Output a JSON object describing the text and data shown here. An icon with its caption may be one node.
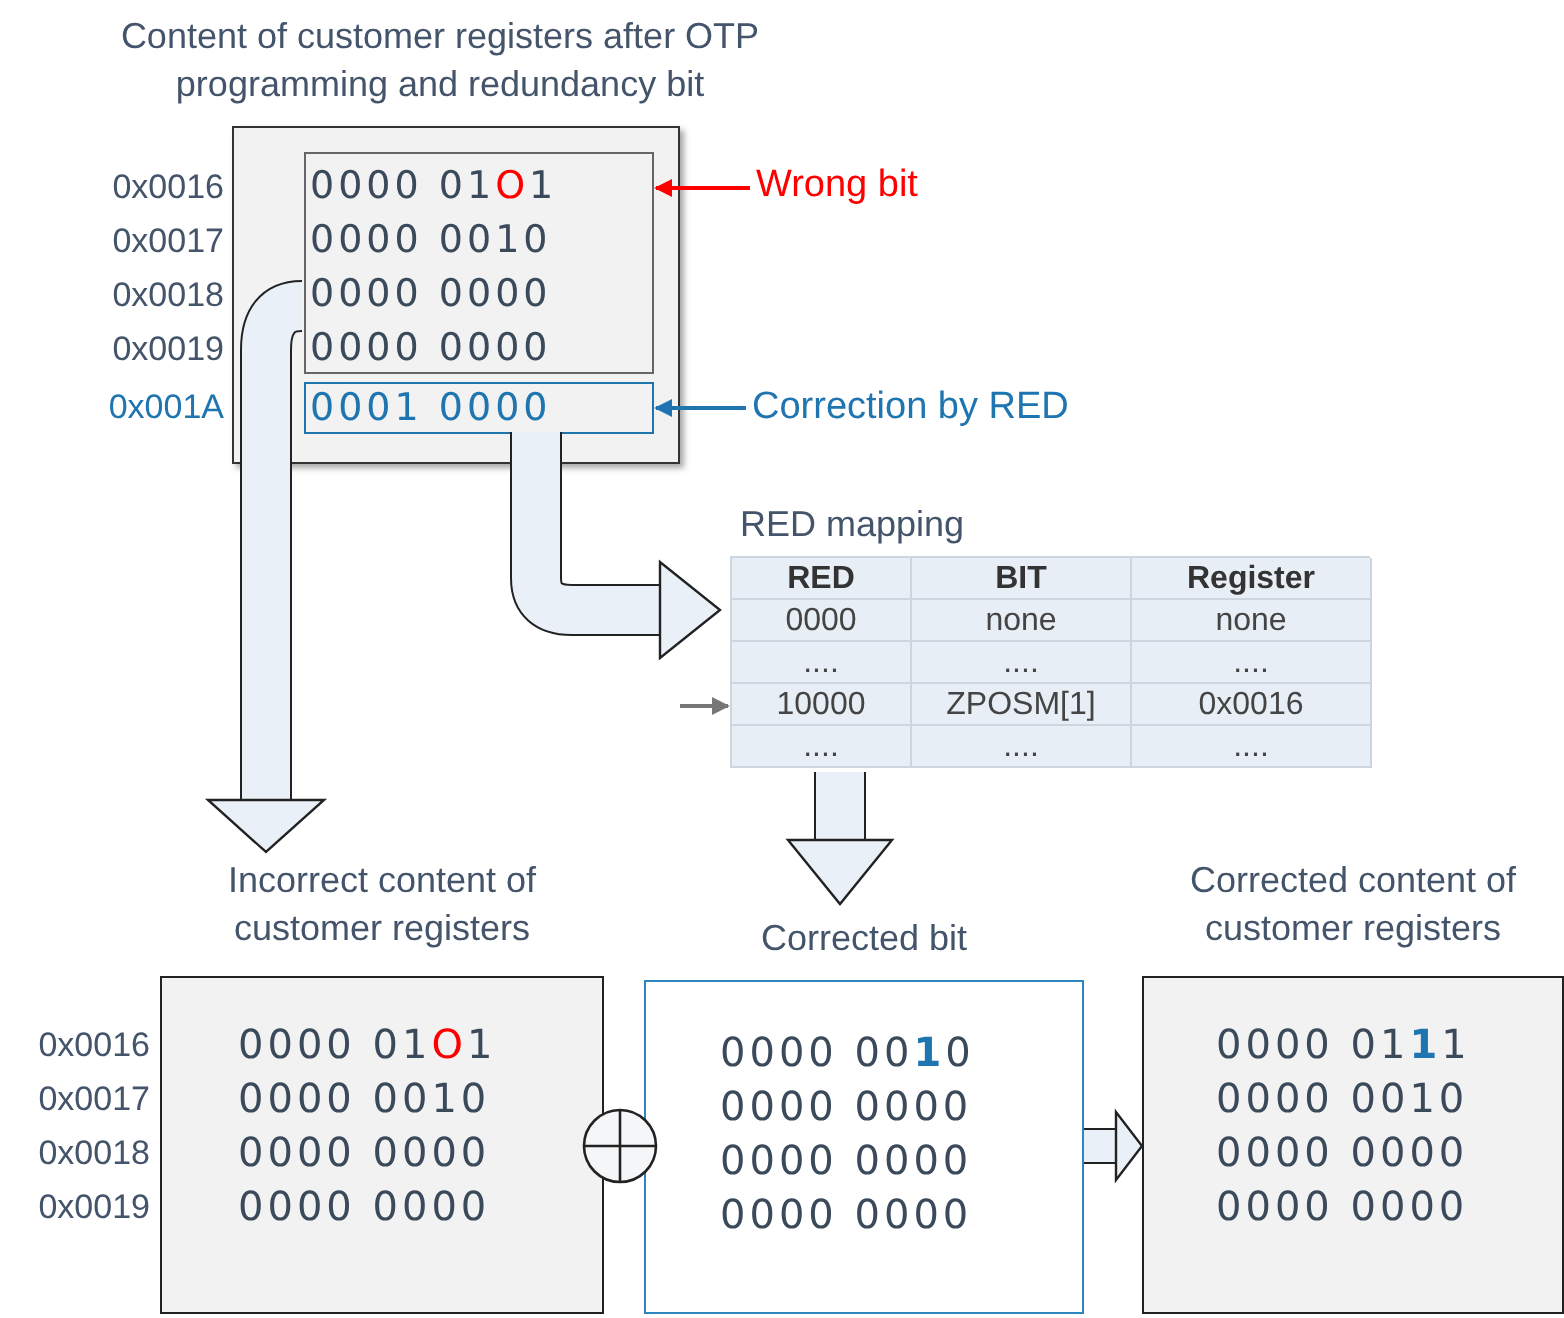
{
  "diagram": {
    "nodes": [
      {
        "text": [
          "Content of customer registers after OTP programming and redundancy bit"
        ]
      },
      {
        "text": [
          "0000 01**O**1",
          "0000 0010",
          "0000 0000",
          "0000 0000"
        ],
        "beside": [
          "0x0016",
          "0x0017",
          "0x0018",
          "0x0019"
        ],
        "in": 0
      },
      {
        "text": [
          "0001 0000"
        ],
        "beside": [
          "0x001A"
        ],
        "in": 0
      },
      {
        "text": [
          "Wrong bit"
        ]
      },
      {
        "text": [
          "Correction by RED"
        ]
      },
      {
        "text": [
          "RED mapping"
        ]
      },
      {
        "text": [
          "Incorrect content of customer registers",
          "0000 01**O**1",
          "0000 0010",
          "0000 0000",
          "0000 0000"
        ],
        "beside": [
          "0x0016",
          "0x0017",
          "0x0018",
          "0x0019"
        ]
      },
      {
        "text": [],
        "shape": "circle"
      },
      {
        "text": [
          "Corrected bit",
          "0000 00**1**0",
          "0000 0000",
          "0000 0000",
          "0000 0000"
        ]
      },
      {
        "text": [
          "Corrected content of customer registers",
          "0000 01**1**1",
          "0000 0010",
          "0000 0000",
          "0000 0000"
        ]
      }
    ],
    "edges": [
      {
        "from": 3,
        "to": 1,
        "arrow": "to",
        "color": "#ff0000"
      },
      {
        "from": 4,
        "to": 2,
        "arrow": "to",
        "color": "#1f75b0"
      },
      {
        "from": 1,
        "to": 6,
        "arrow": "to"
      },
      {
        "from": 2,
        "to": 5,
        "arrow": "to"
      },
      {
        "from": 5,
        "to": 8,
        "arrow": "to"
      },
      {
        "from": 8,
        "to": 9,
        "arrow": "to"
      },
      {
        "from": null,
        "to": 5,
        "arrow": "to",
        "color": "#777777"
      }
    ],
    "labels": [
      "RED",
      "BIT",
      "Register",
      "0000",
      "none",
      "none",
      "....",
      "....",
      "....",
      "10000",
      "ZPOSM[1]",
      "0x0016",
      "....",
      "....",
      "...."
    ]
  }
}
